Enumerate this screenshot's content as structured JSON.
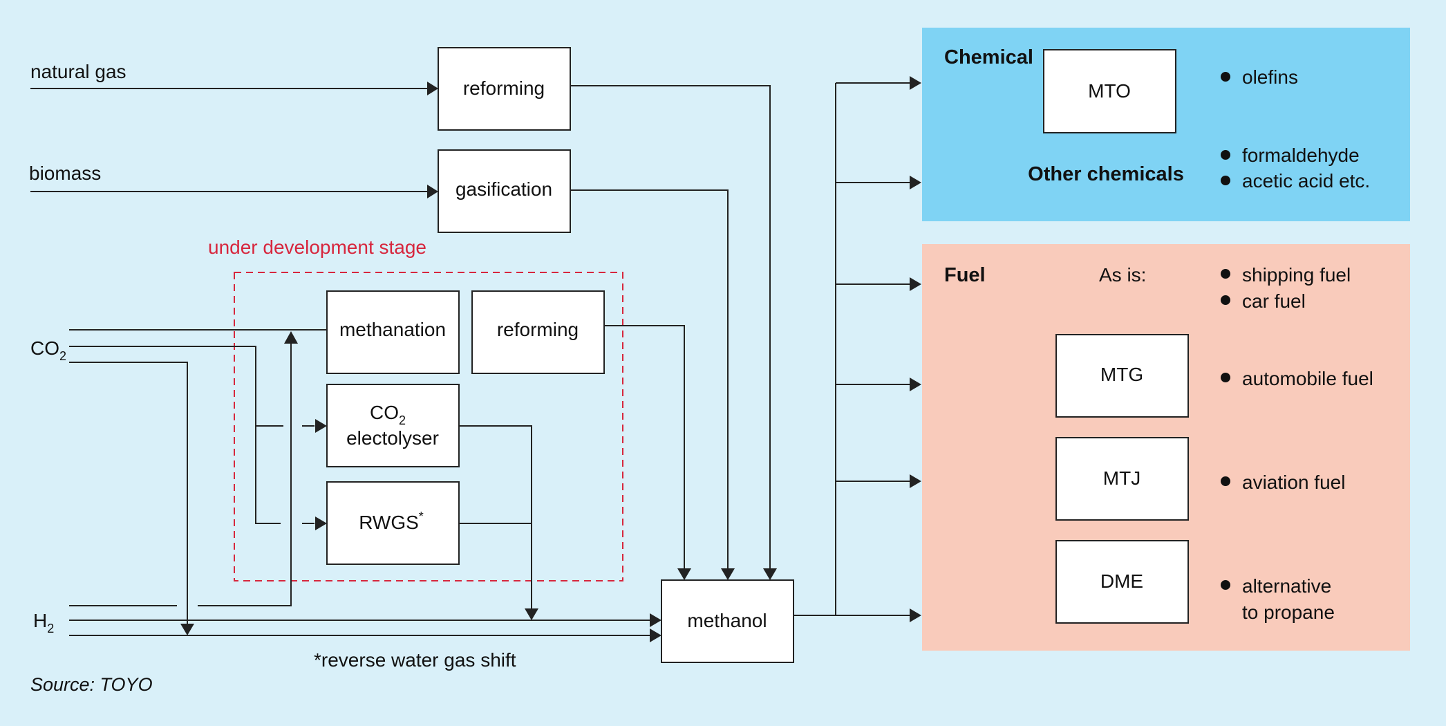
{
  "inputs": {
    "natural_gas": "natural gas",
    "biomass": "biomass",
    "co2_main": "CO",
    "co2_sub": "2",
    "h2_main": "H",
    "h2_sub": "2"
  },
  "processes": {
    "reforming_top": "reforming",
    "gasification": "gasification",
    "methanation": "methanation",
    "reforming_dev": "reforming",
    "co2_electolyser_main": "CO",
    "co2_electolyser_sub": "2",
    "co2_electolyser_line2": "electolyser",
    "rwgs_main": "RWGS",
    "rwgs_sup": "*",
    "methanol": "methanol"
  },
  "under_development_label": "under development stage",
  "footnote": "*reverse water gas shift",
  "source": "Source: TOYO",
  "chemical_panel": {
    "heading": "Chemical",
    "mto": "MTO",
    "other_chemicals": "Other chemicals",
    "products": [
      "olefins",
      "formaldehyde",
      "acetic acid etc."
    ]
  },
  "fuel_panel": {
    "heading": "Fuel",
    "as_is": "As is:",
    "as_is_products": [
      "shipping fuel",
      "car fuel"
    ],
    "mtg": "MTG",
    "mtg_product": "automobile fuel",
    "mtj": "MTJ",
    "mtj_product": "aviation fuel",
    "dme": "DME",
    "dme_product_line1": "alternative",
    "dme_product_line2": "to propane"
  },
  "colors": {
    "background": "#d9f0f9",
    "chemical_panel": "#7fd3f4",
    "fuel_panel": "#f9cbbb",
    "development_outline": "#d7263d"
  }
}
